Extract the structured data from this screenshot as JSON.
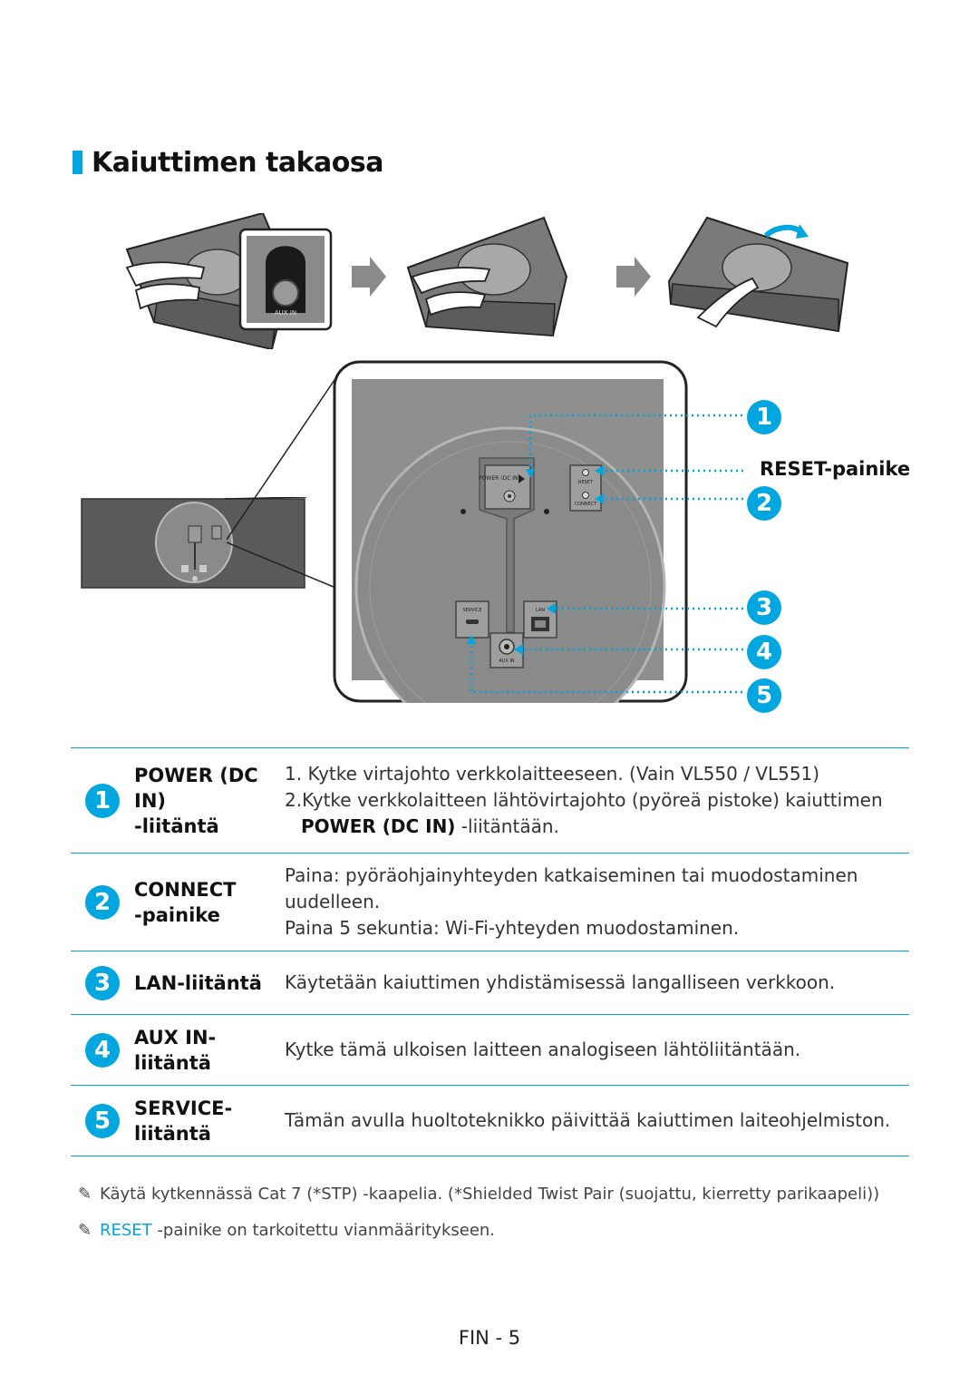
{
  "page": {
    "title": "Kaiuttimen takaosa",
    "footer": "FIN - 5"
  },
  "diagram": {
    "aux_label_small": "AUX IN",
    "power_label": "POWER (DC IN)",
    "reset_small": "RESET",
    "connect_small": "CONNECT",
    "service_small": "SERVICE",
    "lan_small": "LAN",
    "aux_small": "AUX IN",
    "reset_callout": "RESET-painike",
    "callouts": [
      "1",
      "2",
      "3",
      "4",
      "5"
    ]
  },
  "table": {
    "rows": [
      {
        "num": "1",
        "label_line1": "POWER (DC IN)",
        "label_line2": "-liitäntä",
        "desc_line1": "1. Kytke virtajohto verkkolaitteeseen. (Vain VL550 / VL551)",
        "desc_line2": "2.Kytke verkkolaitteen lähtövirtajohto (pyöreä pistoke) kaiuttimen",
        "desc_line3_bold": "POWER (DC IN)",
        "desc_line3_rest": " -liitäntään."
      },
      {
        "num": "2",
        "label_line1": "CONNECT",
        "label_line2": "-painike",
        "desc_line1": "Paina: pyöräohjainyhteyden katkaiseminen tai muodostaminen",
        "desc_line2": "uudelleen.",
        "desc_line3": "Paina 5 sekuntia: Wi-Fi-yhteyden muodostaminen."
      },
      {
        "num": "3",
        "label_line1": "LAN-liitäntä",
        "desc_line1": "Käytetään kaiuttimen yhdistämisessä langalliseen verkkoon."
      },
      {
        "num": "4",
        "label_line1": "AUX IN-",
        "label_line2": "liitäntä",
        "desc_line1": "Kytke tämä ulkoisen laitteen analogiseen lähtöliitäntään."
      },
      {
        "num": "5",
        "label_line1": "SERVICE-",
        "label_line2": "liitäntä",
        "desc_line1": "Tämän avulla huoltoteknikko päivittää kaiuttimen laiteohjelmiston."
      }
    ]
  },
  "notes": [
    {
      "text": "Käytä kytkennässä Cat 7 (*STP) -kaapelia. (*Shielded Twist Pair (suojattu, kierretty parikaapeli))"
    },
    {
      "highlight": "RESET",
      "text": " -painike on tarkoitettu vianmääritykseen."
    }
  ],
  "colors": {
    "accent": "#00a6e0",
    "panel": "#8f8f8f",
    "device": "#6d6d6d"
  }
}
